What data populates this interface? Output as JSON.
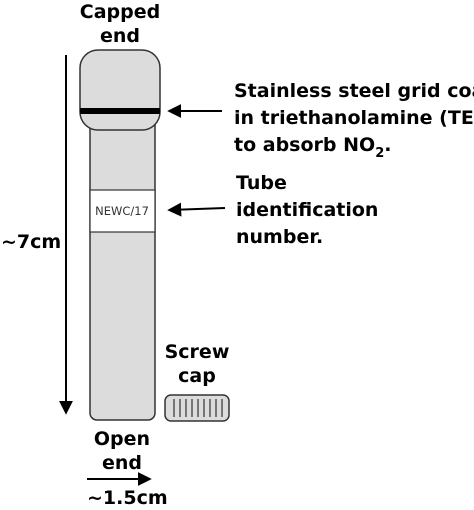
{
  "labels": {
    "capped_end": [
      "Capped",
      "end"
    ],
    "open_end": [
      "Open",
      "end"
    ],
    "length": "~7cm",
    "width": "~1.5cm",
    "grid": {
      "line1": "Stainless steel grid coated",
      "line2": "in triethanolamine (TEA)",
      "line3_prefix": "to absorb NO",
      "line3_sub": "2",
      "line3_suffix": "."
    },
    "tube_id_label": [
      "Tube",
      "identification",
      "number."
    ],
    "tube_id": "NEWC/17",
    "screw_cap": [
      "Screw",
      "cap"
    ]
  },
  "colors": {
    "tube_fill": "#dcdcdc",
    "stroke": "#333333",
    "grid_band": "#000000"
  }
}
